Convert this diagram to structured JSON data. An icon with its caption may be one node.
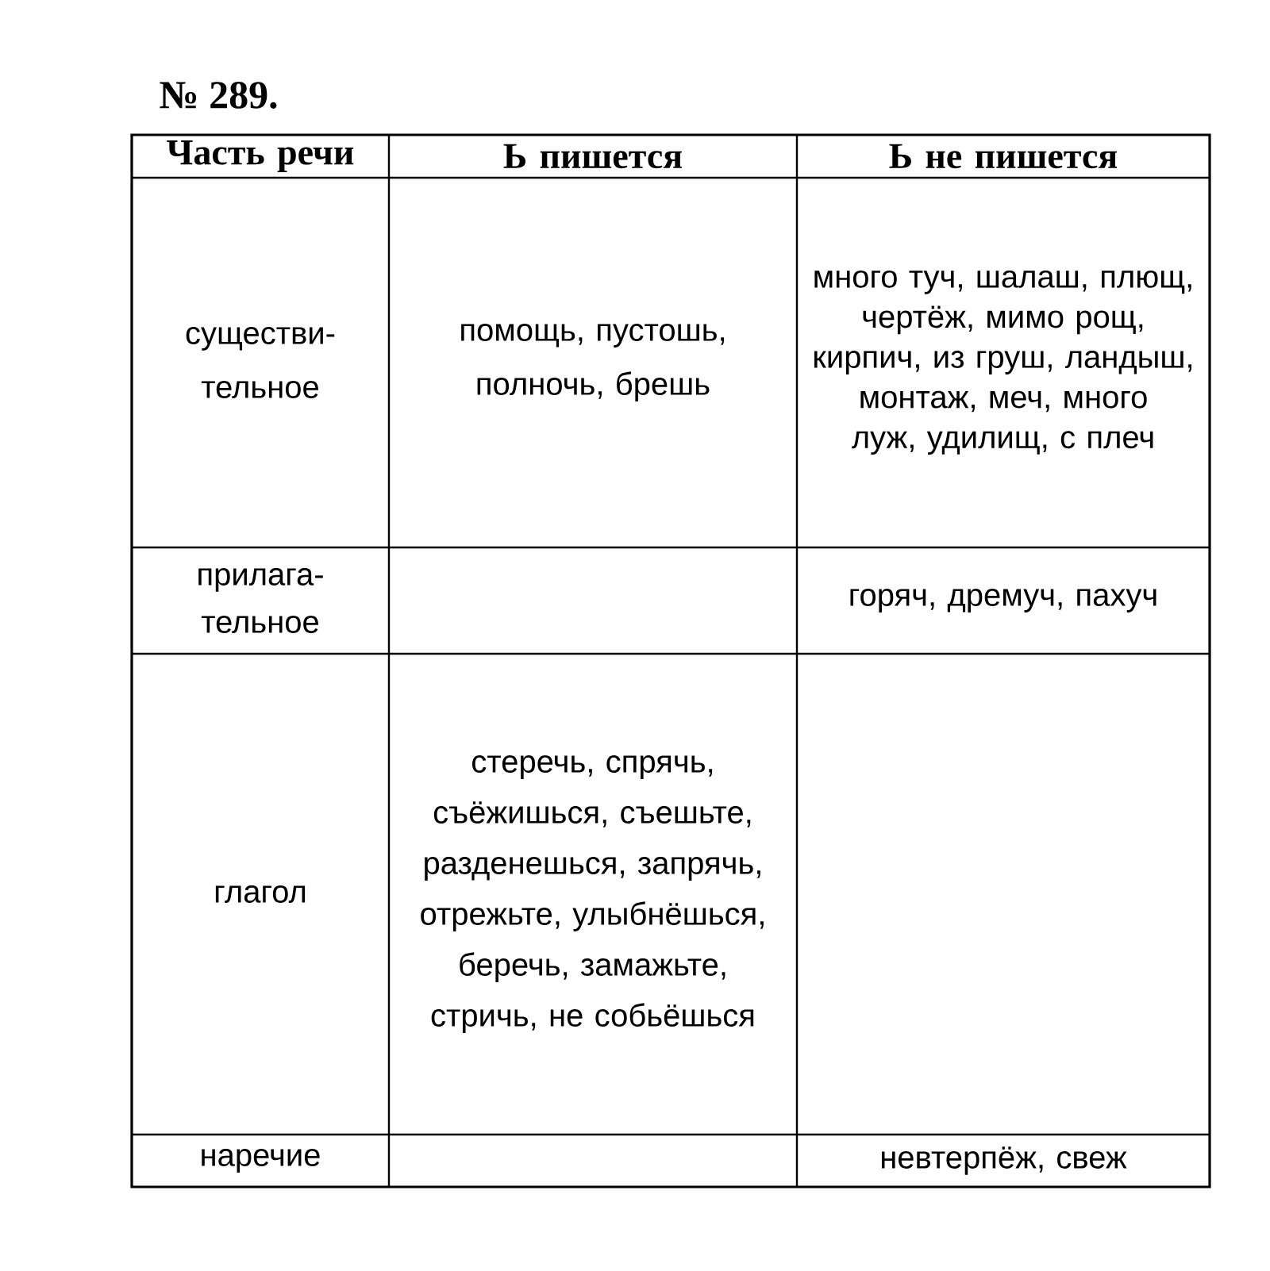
{
  "diagram": {
    "title": "№ 289.",
    "labels": [
      "Часть речи",
      "Ь пишется",
      "Ь не пишется",
      "существи- тельное",
      "помощь, пустошь, полночь, брешь",
      "много туч, шалаш, плющ, чертёж, мимо рощ, кирпич, из груш, ландыш, монтаж, меч, много луж, удилищ, с плеч",
      "прилага- тельное",
      "горяч, дремуч, пахуч",
      "глагол",
      "стеречь, спрячь, съёжишься, съешьте, разденешься, запрячь, отрежьте, улыбнёшься, беречь, замажьте, стричь, не собьёшься",
      "наречие",
      "невтерпёж, свеж"
    ]
  }
}
